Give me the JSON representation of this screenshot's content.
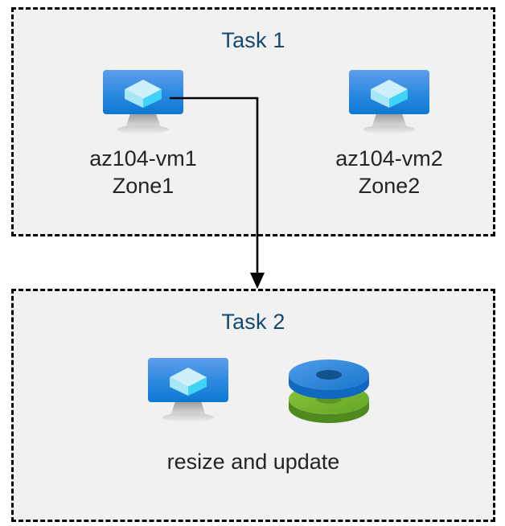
{
  "diagram": {
    "title_color": "#13496f",
    "label_color": "#242424",
    "box_fill": "#f1f1f1",
    "box_border_color": "#000000",
    "connector_color": "#000000",
    "page_background": "#ffffff"
  },
  "task1": {
    "title": "Task 1",
    "nodes": [
      {
        "icon": "virtual-machine-icon",
        "name": "az104-vm1",
        "zone": "Zone1"
      },
      {
        "icon": "virtual-machine-icon",
        "name": "az104-vm2",
        "zone": "Zone2"
      }
    ]
  },
  "task2": {
    "title": "Task 2",
    "icons": [
      "virtual-machine-icon",
      "managed-disks-icon"
    ],
    "caption": "resize and update"
  },
  "icon_colors": {
    "monitor_screen_top": "#5b9bea",
    "monitor_screen_bottom": "#0f7ad4",
    "monitor_stand": "#a6a6a6",
    "cube_top": "#cdf0fa",
    "cube_left": "#9fe4f7",
    "cube_right": "#3fd3f5",
    "disk_blue_top": "#3f8fdd",
    "disk_blue_side": "#1168c0",
    "disk_blue_hole": "#12538f",
    "disk_green_top": "#72b52a",
    "disk_green_side": "#4f8a1f",
    "disk_green_hole": "#5d9723"
  }
}
